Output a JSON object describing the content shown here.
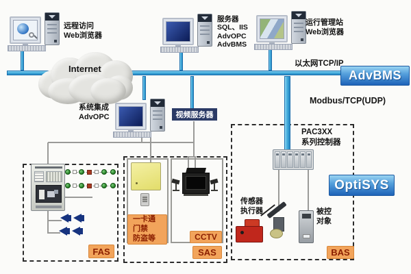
{
  "diagram_title": "AdvBMS / OptiSYS building management system network topology",
  "nodes": {
    "remote": {
      "lines": [
        "远程访问",
        "Web浏览器"
      ]
    },
    "server": {
      "lines": [
        "服务器",
        "SQL、IIS",
        "AdvOPC",
        "AdvBMS"
      ]
    },
    "mgmt": {
      "lines": [
        "运行管理站",
        "Web浏览器"
      ]
    },
    "integration": {
      "lines": [
        "系统集成",
        "AdvOPC"
      ]
    }
  },
  "labels": {
    "internet": "Internet",
    "ethernet": "以太网TCP/IP",
    "modbus": "Modbus/TCP(UDP)",
    "pac": [
      "PAC3XX",
      "系列控制器"
    ],
    "sensor": [
      "传感器",
      "执行器"
    ],
    "controlled": [
      "被控",
      "对象"
    ],
    "access": [
      "一卡通",
      "门禁",
      "防盗等"
    ]
  },
  "badges": {
    "advbms": "AdvBMS",
    "optisys": "OptiSYS",
    "video": "视频服务器",
    "fas": "FAS",
    "sas": "SAS",
    "cctv": "CCTV",
    "bas": "BAS"
  },
  "icons": {
    "desktop-pc": "monitor + tower + keyboard",
    "internet-cloud": "gray cloud",
    "fire-alarm-panel": "gray cabinet",
    "smoke-detector": "green circle",
    "alarm-horn": "navy horn speaker",
    "access-control-panel": "yellow box",
    "card-reader": "small gray reader",
    "cctv-monitor": "black monitor with cameras",
    "plc-controller": "gray module rack",
    "sensor-device": "red sensor",
    "valve-actuator": "gray valve with handle",
    "controlled-object-device": "gray actuator box"
  },
  "colors": {
    "bus_blue": "#45aedd",
    "badge_blue_top": "#9ad4f2",
    "badge_blue_bottom": "#1e63b8",
    "orange_badge": "#f2a45b",
    "orange_text": "#8b1f00",
    "video_badge_bg": "#2b3a66",
    "detector_green": "#1f7a1f",
    "horn_navy": "#16337f"
  }
}
